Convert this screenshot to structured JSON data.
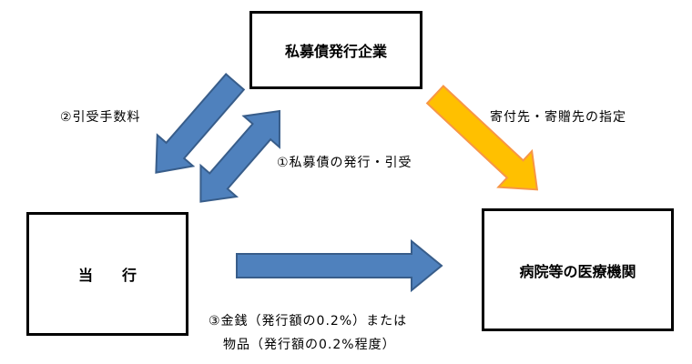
{
  "boxes": {
    "issuer": "私募債発行企業",
    "bank": "当　　行",
    "hospital": "病院等の医療機関"
  },
  "labels": {
    "fee": "②引受手数料",
    "issue": "①私募債の発行・引受",
    "designation": "寄付先・寄贈先の指定",
    "donation_line1": "③金銭（発行額の0.2%）または",
    "donation_line2": "物品（発行額の0.2%程度）"
  },
  "colors": {
    "blue_arrow": "#4f81bd",
    "blue_stroke": "#385d8a",
    "orange_arrow": "#ffc000",
    "orange_stroke": "#f79646"
  }
}
